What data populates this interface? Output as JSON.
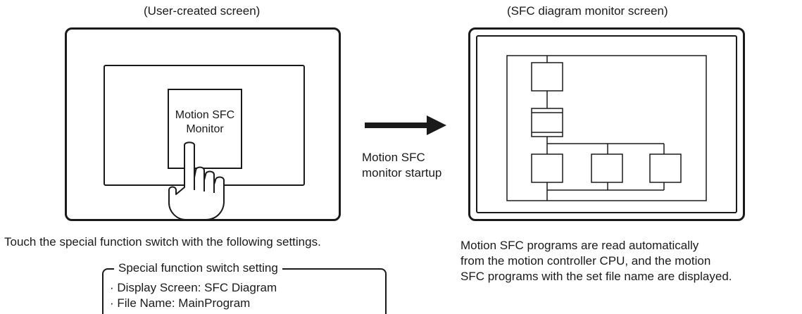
{
  "left_panel": {
    "caption": "(User-created screen)",
    "button_line1": "Motion SFC",
    "button_line2": "Monitor"
  },
  "right_panel": {
    "caption": "(SFC diagram monitor screen)"
  },
  "arrow": {
    "label_line1": "Motion SFC",
    "label_line2": "monitor startup"
  },
  "left_description": "Touch the special function switch with the following settings.",
  "settings": {
    "title": "Special function switch setting",
    "items": [
      "· Display Screen: SFC Diagram",
      "· File Name: MainProgram"
    ]
  },
  "right_description": {
    "line1": "Motion SFC programs are read automatically",
    "line2": "from the motion controller CPU, and the motion",
    "line3": "SFC programs with the set file name are displayed."
  }
}
